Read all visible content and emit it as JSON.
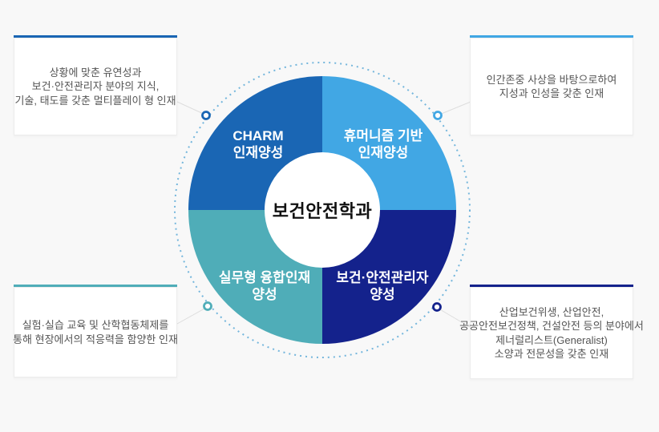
{
  "title": {
    "center": "보건안전학과"
  },
  "quadrants": [
    {
      "id": "charm",
      "position": "top-left",
      "label_lines": [
        "CHARM",
        "인재양성"
      ],
      "color": "#1a66b4"
    },
    {
      "id": "humanism",
      "position": "top-right",
      "label_lines": [
        "휴머니즘 기반",
        "인재양성"
      ],
      "color": "#41a7e4"
    },
    {
      "id": "practical",
      "position": "bottom-left",
      "label_lines": [
        "실무형 융합인재",
        "양성"
      ],
      "color": "#4fadb8"
    },
    {
      "id": "manager",
      "position": "bottom-right",
      "label_lines": [
        "보건·안전관리자",
        "양성"
      ],
      "color": "#14228c"
    }
  ],
  "boxes": {
    "top_left": {
      "accent": "#1a66b4",
      "lines": [
        "상황에 맞춘 유연성과",
        "보건·안전관리자 분야의 지식,",
        "기술, 태도를 갖춘 멀티플레이 형 인재"
      ]
    },
    "top_right": {
      "accent": "#41a7e4",
      "lines": [
        "인간존중 사상을 바탕으로하여",
        "지성과 인성을 갖춘 인재"
      ]
    },
    "bottom_left": {
      "accent": "#4fadb8",
      "lines": [
        "실험·실습 교육 및 산학협동체제를",
        "통해 현장에서의 적응력을 함양한 인재"
      ]
    },
    "bottom_right": {
      "accent": "#14228c",
      "lines": [
        "산업보건위생, 산업안전,",
        "공공안전보건정책, 건설안전 등의 분야에서",
        "제너럴리스트(Generalist)",
        "소양과 전문성을 갖춘 인재"
      ]
    }
  },
  "colors": {
    "background": "#f8f8f8",
    "box_bg": "#ffffff",
    "box_border": "#ececec",
    "box_text": "#555555",
    "center_circle": "#ffffff",
    "center_text": "#111111",
    "quad_label_text": "#ffffff",
    "dotted_ring": "#74b6dc",
    "connector_line": "#dddddd",
    "connector_dot_fill": "#ffffff"
  }
}
